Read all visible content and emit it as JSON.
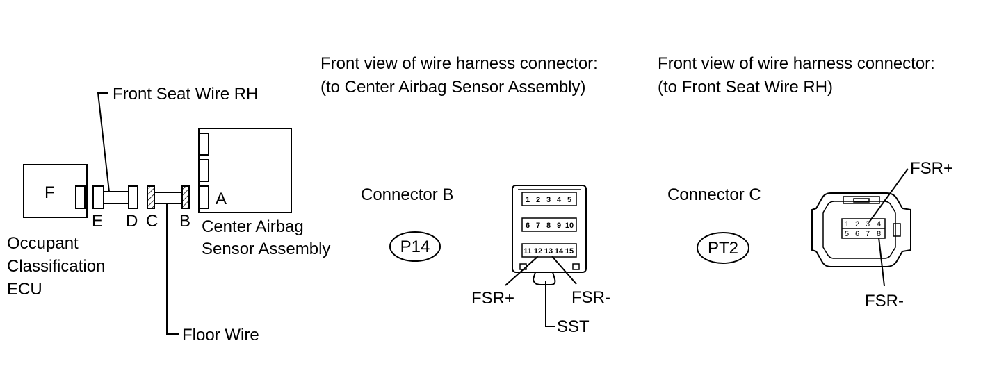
{
  "left_diagram": {
    "ecu_letter": "F",
    "ecu_label": [
      "Occupant",
      "Classification",
      "ECU"
    ],
    "sensor_label": [
      "Center Airbag",
      "Sensor Assembly"
    ],
    "connectors": {
      "a": "A",
      "b": "B",
      "c": "C",
      "d": "D",
      "e": "E"
    },
    "front_seat_wire": "Front Seat Wire RH",
    "floor_wire": "Floor Wire"
  },
  "connector_b_view": {
    "heading": [
      "Front view of wire harness connector:",
      "(to Center Airbag Sensor Assembly)"
    ],
    "name": "Connector B",
    "code": "P14",
    "pins_row1": [
      "1",
      "2",
      "3",
      "4",
      "5"
    ],
    "pins_row2": [
      "6",
      "7",
      "8",
      "9",
      "10"
    ],
    "pins_row3": [
      "11",
      "12",
      "13",
      "14",
      "15"
    ],
    "label_fsr_plus": "FSR+",
    "label_fsr_minus": "FSR-",
    "label_sst": "SST"
  },
  "connector_c_view": {
    "heading": [
      "Front view of wire harness connector:",
      "(to Front Seat Wire RH)"
    ],
    "name": "Connector C",
    "code": "PT2",
    "pins_row1": [
      "1",
      "2",
      "3",
      "4"
    ],
    "pins_row2": [
      "5",
      "6",
      "7",
      "8"
    ],
    "label_fsr_plus": "FSR+",
    "label_fsr_minus": "FSR-"
  }
}
